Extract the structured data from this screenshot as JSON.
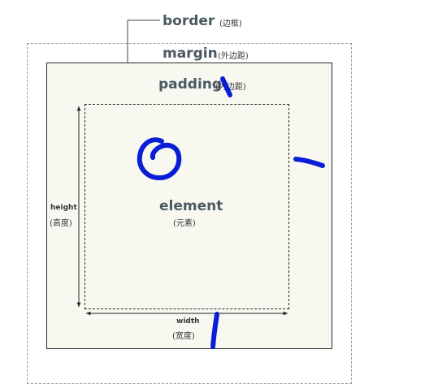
{
  "labels": {
    "border": {
      "title": "border",
      "note": "(边框)"
    },
    "margin": {
      "title": "margin",
      "note": "(外边距)"
    },
    "padding": {
      "title": "padding",
      "note": "(内边距)"
    },
    "element": {
      "title": "element",
      "note": "(元素)"
    },
    "height": {
      "title": "height",
      "note": "(高度)"
    },
    "width": {
      "title": "width",
      "note": "(宽度)"
    }
  },
  "colors": {
    "ink": "#0a1ed6",
    "label": "#4a5a62",
    "fill": "#f8f8f1"
  }
}
